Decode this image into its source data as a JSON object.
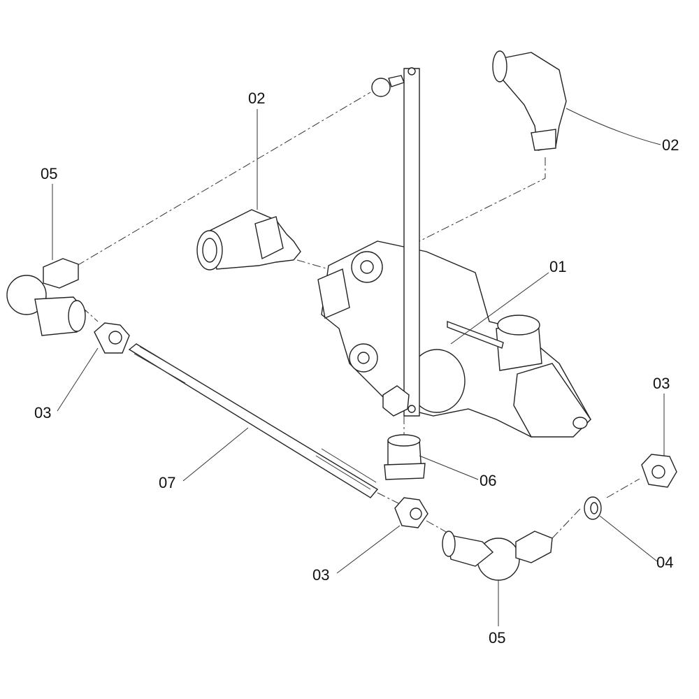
{
  "diagram": {
    "title": "Exploded parts view",
    "callouts": [
      {
        "id": "01",
        "label": "01"
      },
      {
        "id": "02a",
        "label": "02"
      },
      {
        "id": "02b",
        "label": "02"
      },
      {
        "id": "03a",
        "label": "03"
      },
      {
        "id": "03b",
        "label": "03"
      },
      {
        "id": "03c",
        "label": "03"
      },
      {
        "id": "04",
        "label": "04"
      },
      {
        "id": "05a",
        "label": "05"
      },
      {
        "id": "05b",
        "label": "05"
      },
      {
        "id": "06",
        "label": "06"
      },
      {
        "id": "07",
        "label": "07"
      }
    ]
  }
}
